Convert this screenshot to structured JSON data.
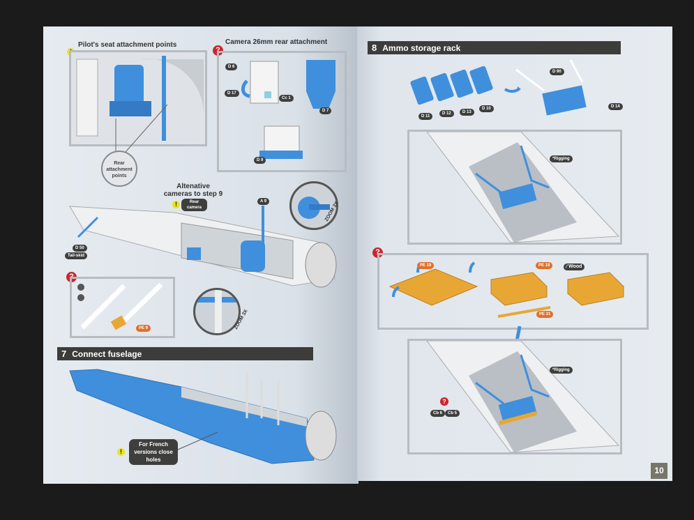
{
  "left_page": {
    "seat_title": "Pilot's seat attachment points",
    "seat_callout": "Rear attachment points",
    "camera_title": "Camera 26mm rear attachment",
    "camera_parts": [
      "D 6",
      "D 17",
      "Cc 1",
      "D 7",
      "D 9"
    ],
    "alt_title": "Altenative cameras to step 9",
    "rear_camera": "Rear camera",
    "a9": "A 9",
    "zoom_label": "ZOOM 3X",
    "d50": "D 50",
    "tail_skid": "Tail-skid",
    "pe9": "PE 9",
    "step_number": "7",
    "step_title": "Connect fuselage",
    "french_note": "For French versions close holes"
  },
  "right_page": {
    "step_number": "8",
    "step_title": "Ammo storage rack",
    "parts": [
      "D 11",
      "D 12",
      "D 13",
      "D 10"
    ],
    "d90": "D 90",
    "d14": "D 14",
    "rigging": "*Rigging",
    "pe19": "PE 19",
    "pe18": "PE 18",
    "pe31": "PE 31",
    "wood": "Wood",
    "cb6": "Cb 6",
    "cb5": "Cb 5",
    "page_number": "10"
  },
  "colors": {
    "part_blue": "#3f8fdc",
    "etch_orange": "#e8a735",
    "question_red": "#c8262c",
    "warning_yellow": "#e8e41e",
    "bar_dark": "#3c3d3a"
  }
}
